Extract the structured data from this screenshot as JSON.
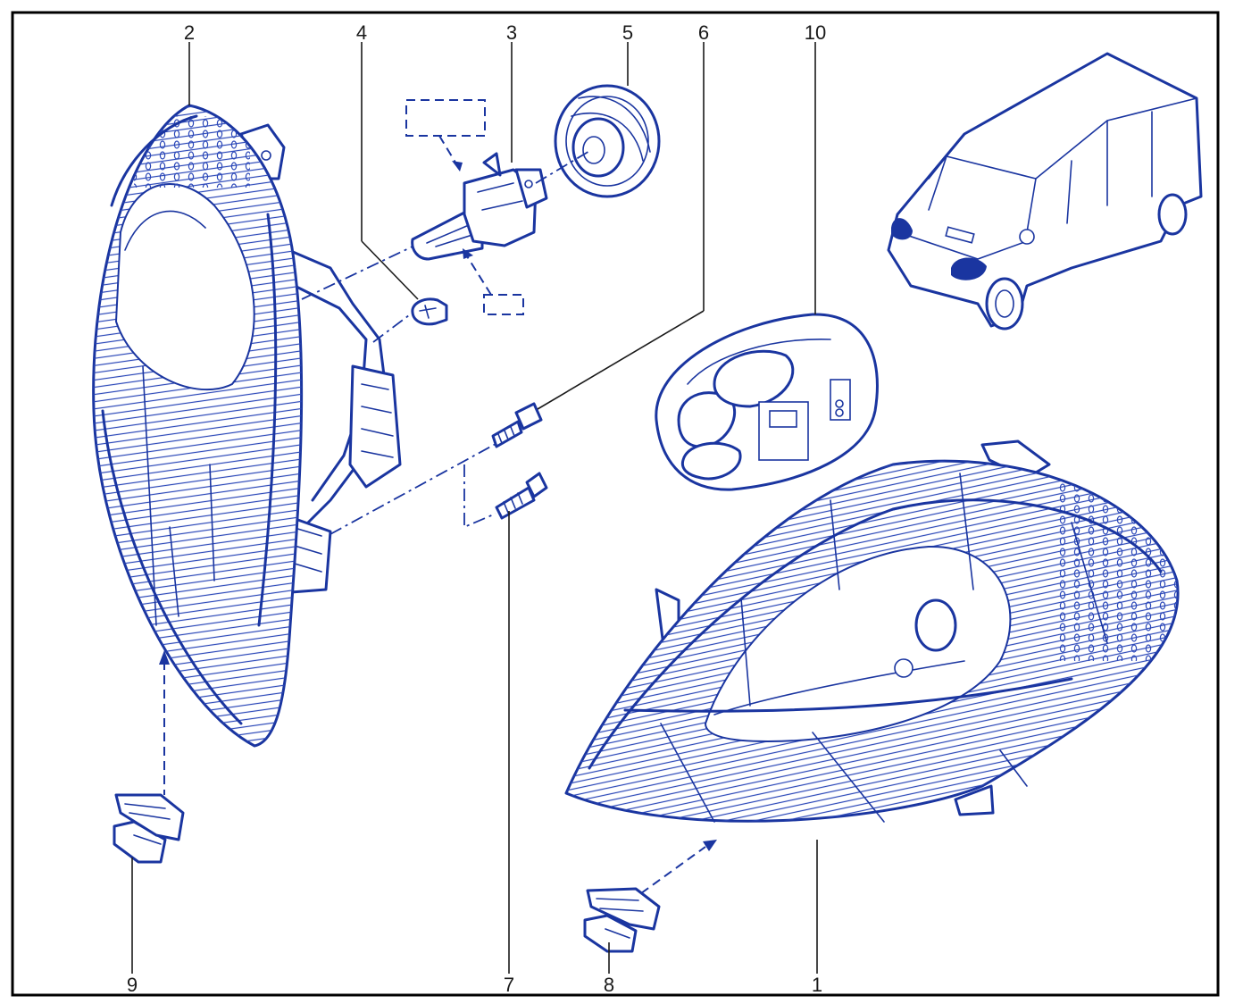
{
  "diagram": {
    "callouts": [
      {
        "id": "c1",
        "text": "1"
      },
      {
        "id": "c2",
        "text": "2"
      },
      {
        "id": "c3",
        "text": "3"
      },
      {
        "id": "c4",
        "text": "4"
      },
      {
        "id": "c5",
        "text": "5"
      },
      {
        "id": "c6",
        "text": "6"
      },
      {
        "id": "c7",
        "text": "7"
      },
      {
        "id": "c8",
        "text": "8"
      },
      {
        "id": "c9",
        "text": "9"
      },
      {
        "id": "c10",
        "text": "10"
      }
    ],
    "colors": {
      "ink": "#1a35a0",
      "frame": "#000000",
      "background": "#ffffff"
    }
  }
}
